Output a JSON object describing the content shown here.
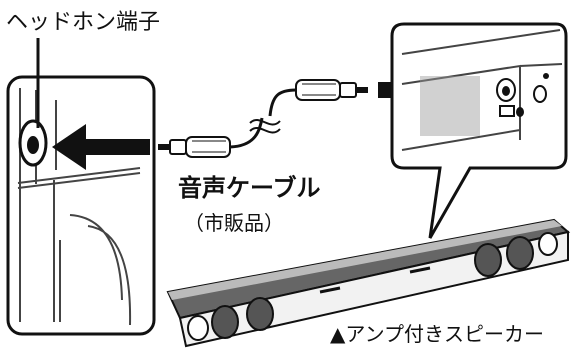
{
  "labels": {
    "headphone_jack": "ヘッドホン端子",
    "audio_cable": "音声ケーブル",
    "commercial": "（市販品）",
    "amp_speaker": "▲アンプ付きスピーカー"
  }
}
